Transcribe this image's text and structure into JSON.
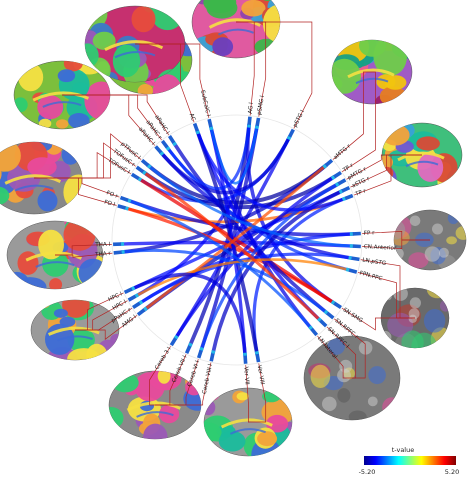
{
  "labels": [
    {
      "id": "AG",
      "text": "AG l",
      "angle": -84
    },
    {
      "id": "pSMG",
      "text": "pSMG l",
      "angle": -80
    },
    {
      "id": "pSTG_top",
      "text": "pSTG l",
      "angle": -63
    },
    {
      "id": "aMTG",
      "text": "aMTG r",
      "angle": -40
    },
    {
      "id": "TP_r1",
      "text": "TP r",
      "angle": -33
    },
    {
      "id": "pMTG",
      "text": "pMTG r",
      "angle": -29
    },
    {
      "id": "aSTG",
      "text": "aSTG r",
      "angle": -25
    },
    {
      "id": "TP_r2",
      "text": "TP r",
      "angle": -21
    },
    {
      "id": "FP",
      "text": "FP r",
      "angle": -3
    },
    {
      "id": "CN_Anterior",
      "text": "CN.Anterior",
      "angle": 3
    },
    {
      "id": "LN_pSTG",
      "text": "LN.pSTG",
      "angle": 9
    },
    {
      "id": "FPN_PPC",
      "text": "FPN.PPC",
      "angle": 15
    },
    {
      "id": "SN_SMG",
      "text": "SN.SMG",
      "angle": 33
    },
    {
      "id": "SN_RPFC1",
      "text": "SN.RPFC r",
      "angle": 39
    },
    {
      "id": "SN_RPFC2",
      "text": "SN.RPFC l",
      "angle": 44
    },
    {
      "id": "LN_Iateral",
      "text": "LN.Iateral",
      "angle": 50
    },
    {
      "id": "Ver_VIII",
      "text": "Ver VIII",
      "angle": 80
    },
    {
      "id": "Ver_VII",
      "text": "Ver VII",
      "angle": 86
    },
    {
      "id": "Cereb_VIII",
      "text": "Cereb VIII l",
      "angle": 102
    },
    {
      "id": "Cereb_VI",
      "text": "Cereb VI l",
      "angle": 108
    },
    {
      "id": "Cereb_VII",
      "text": "Cereb VII l",
      "angle": 114
    },
    {
      "id": "Cereb_3",
      "text": "Cereb 3 l",
      "angle": 122
    },
    {
      "id": "AMG",
      "text": "AMG l",
      "angle": 143
    },
    {
      "id": "pPaHC",
      "text": "pPaHC r",
      "angle": 147
    },
    {
      "id": "HPC",
      "text": "HPC l",
      "angle": 151
    },
    {
      "id": "HPC2",
      "text": "HPC l",
      "angle": 155
    },
    {
      "id": "THA1",
      "text": "THA r",
      "angle": 174
    },
    {
      "id": "THA2",
      "text": "THA l",
      "angle": 178
    },
    {
      "id": "FO1",
      "text": "FO l",
      "angle": 196
    },
    {
      "id": "FO2",
      "text": "FO r",
      "angle": 200
    },
    {
      "id": "TOFusC1",
      "text": "TOFusC l",
      "angle": 212
    },
    {
      "id": "TOFusC2",
      "text": "TOFusC r",
      "angle": 216
    },
    {
      "id": "pTFusC",
      "text": "pTFusC l",
      "angle": 220
    },
    {
      "id": "aPaHC1",
      "text": "aPaHC l",
      "angle": 229
    },
    {
      "id": "aPaHC2",
      "text": "aPaHC r",
      "angle": 233
    },
    {
      "id": "aPaHC3",
      "text": "aPaHC l",
      "angle": 237
    },
    {
      "id": "AC",
      "text": "AC",
      "angle": 250
    },
    {
      "id": "SubCalC",
      "text": "SubCalC l",
      "angle": 257
    }
  ],
  "connections": [
    {
      "from": "AG",
      "to": "Cereb_VII",
      "t": -4.8
    },
    {
      "from": "AG",
      "to": "SN_SMG",
      "t": -4.2
    },
    {
      "from": "pSMG",
      "to": "Cereb_VI",
      "t": -4.5
    },
    {
      "from": "pSMG",
      "to": "HPC",
      "t": -3.9
    },
    {
      "from": "pSTG_top",
      "to": "Cereb_3",
      "t": -4.1
    },
    {
      "from": "pSTG_top",
      "to": "TOFusC1",
      "t": -3.5
    },
    {
      "from": "aMTG",
      "to": "pTFusC",
      "t": -5.0
    },
    {
      "from": "aMTG",
      "to": "THA1",
      "t": -4.6
    },
    {
      "from": "TP_r1",
      "to": "TOFusC2",
      "t": -4.9
    },
    {
      "from": "pMTG",
      "to": "AMG",
      "t": -4.7
    },
    {
      "from": "aSTG",
      "to": "HPC2",
      "t": -3.8
    },
    {
      "from": "TP_r2",
      "to": "FO1",
      "t": 2.9
    },
    {
      "from": "TP_r2",
      "to": "Ver_VIII",
      "t": -3.6
    },
    {
      "from": "FP",
      "to": "FO2",
      "t": -4.4
    },
    {
      "from": "FP",
      "to": "pPaHC",
      "t": -3.7
    },
    {
      "from": "CN_Anterior",
      "to": "THA2",
      "t": -4.0
    },
    {
      "from": "LN_pSTG",
      "to": "aPaHC1",
      "t": -4.3
    },
    {
      "from": "FPN_PPC",
      "to": "aPaHC2",
      "t": -3.4
    },
    {
      "from": "SN_SMG",
      "to": "FO1",
      "t": 3.6
    },
    {
      "from": "SN_SMG",
      "to": "TOFusC1",
      "t": 4.1
    },
    {
      "from": "SN_RPFC1",
      "to": "aPaHC3",
      "t": -4.5
    },
    {
      "from": "SN_RPFC2",
      "to": "AC",
      "t": -3.9
    },
    {
      "from": "LN_Iateral",
      "to": "SubCalC",
      "t": -4.2
    },
    {
      "from": "Ver_VIII",
      "to": "AC",
      "t": -4.8
    },
    {
      "from": "Ver_VII",
      "to": "SubCalC",
      "t": -4.0
    },
    {
      "from": "Cereb_VIII",
      "to": "aSTG",
      "t": -4.6
    },
    {
      "from": "Cereb_VI",
      "to": "pMTG",
      "t": -3.3
    },
    {
      "from": "Cereb_3",
      "to": "TP_r1",
      "t": -4.1
    },
    {
      "from": "AMG",
      "to": "aMTG",
      "t": 3.1
    },
    {
      "from": "pPaHC",
      "to": "LN_pSTG",
      "t": -3.6
    },
    {
      "from": "THA1",
      "to": "SN_RPFC1",
      "t": -3.2
    },
    {
      "from": "aPaHC1",
      "to": "pSTG_top",
      "t": -4.4
    },
    {
      "from": "AC",
      "to": "TP_r2",
      "t": -3.8
    },
    {
      "from": "HPC",
      "to": "FPN_PPC",
      "t": 2.6
    },
    {
      "from": "pTFusC",
      "to": "CN_Anterior",
      "t": -2.9
    },
    {
      "from": "FO2",
      "to": "LN_Iateral",
      "t": -3.1
    },
    {
      "from": "SubCalC",
      "to": "pSMG",
      "t": -2.8
    },
    {
      "from": "HPC2",
      "to": "Ver_VII",
      "t": -4.3
    },
    {
      "from": "TOFusC2",
      "to": "SN_RPFC2",
      "t": 3.4
    },
    {
      "from": "aPaHC2",
      "to": "AG",
      "t": -3.5
    }
  ],
  "colorbar": {
    "title": "t-value",
    "min": -5.2,
    "max": 5.2,
    "min_label": "-5.20",
    "max_label": "5.20",
    "colors": [
      "#00008f",
      "#0000ff",
      "#0080ff",
      "#00ffff",
      "#80ff80",
      "#ffff00",
      "#ff8000",
      "#ff0000",
      "#800000"
    ]
  },
  "connector_color": "#b22222",
  "brain_images": [
    {
      "id": "brain-top-right-lateral",
      "view": "lateral",
      "palette": [
        "#7cbf3c",
        "#e84a9c",
        "#3d6bd6",
        "#f2a33a",
        "#9b59b6",
        "#2ecc71",
        "#e74c3c",
        "#1abc9c"
      ]
    },
    {
      "id": "brain-top-center",
      "view": "medial-slice",
      "palette": [
        "#e05aa0",
        "#6a3fbf",
        "#3cb64a",
        "#f2a33a",
        "#37a2d8",
        "#d94a36",
        "#f5e042",
        "#8e44ad"
      ]
    },
    {
      "id": "brain-right-top",
      "view": "lateral",
      "palette": [
        "#a05bc6",
        "#3a9dd6",
        "#6fce4a",
        "#ef5e8e",
        "#f1c40f",
        "#e67e22",
        "#16a085",
        "#9b1f6b"
      ]
    },
    {
      "id": "brain-left-top",
      "view": "medial",
      "palette": [
        "#c6306f",
        "#3a7ac6",
        "#6fce4a",
        "#f2a33a",
        "#9b59b6",
        "#2ecc71",
        "#e74c3c",
        "#f5e042"
      ]
    },
    {
      "id": "brain-left-upper",
      "view": "lateral",
      "palette": [
        "#7cbf3c",
        "#e84a9c",
        "#3d6bd6",
        "#f2a33a",
        "#2ecc71",
        "#f5e042",
        "#e74c3c",
        "#1abc9c"
      ]
    },
    {
      "id": "brain-right-mid",
      "view": "lateral",
      "palette": [
        "#3fbf7c",
        "#e06ac0",
        "#6a58d6",
        "#f2a33a",
        "#37a2d8",
        "#d94a36",
        "#f5e042",
        "#1abc9c"
      ]
    },
    {
      "id": "brain-left-mid",
      "view": "axial",
      "palette": [
        "#888888",
        "#e84a9c",
        "#f2a33a",
        "#3d6bd6",
        "#2ecc71",
        "#f5e042",
        "#9b59b6",
        "#e74c3c"
      ]
    },
    {
      "id": "brain-left-lower",
      "view": "sagittal",
      "palette": [
        "#9a9a9a",
        "#e84a9c",
        "#2ecc71",
        "#f2a33a",
        "#3d6bd6",
        "#f5e042",
        "#9b59b6",
        "#e74c3c"
      ]
    },
    {
      "id": "brain-right-mri-top",
      "view": "mri",
      "palette": [
        "#7a7a7a",
        "#5a5a5a",
        "#9a9a9a",
        "#2ecc71",
        "#f5e042",
        "#e84a9c",
        "#3d6bd6",
        "#f2a33a"
      ]
    },
    {
      "id": "brain-left-bottom",
      "view": "sagittal",
      "palette": [
        "#9a9a9a",
        "#e84a9c",
        "#2ecc71",
        "#f2a33a",
        "#3d6bd6",
        "#f5e042",
        "#9b59b6",
        "#e74c3c"
      ]
    },
    {
      "id": "brain-right-mri-mid",
      "view": "mri",
      "palette": [
        "#6a6a6a",
        "#8a8a8a",
        "#c0392b",
        "#e84a9c",
        "#3d6bd6",
        "#2ecc71",
        "#f5e042",
        "#9b59b6"
      ]
    },
    {
      "id": "brain-bottom-left",
      "view": "sagittal",
      "palette": [
        "#8a8a8a",
        "#e84a9c",
        "#2ecc71",
        "#f2a33a",
        "#3d6bd6",
        "#f5e042",
        "#9b59b6",
        "#e74c3c"
      ]
    },
    {
      "id": "brain-bottom-center",
      "view": "sagittal",
      "palette": [
        "#9a9a9a",
        "#e84a9c",
        "#2ecc71",
        "#f2a33a",
        "#3d6bd6",
        "#f5e042",
        "#9b59b6",
        "#1abc9c"
      ]
    },
    {
      "id": "brain-right-mri-bottom",
      "view": "mri",
      "palette": [
        "#7a7a7a",
        "#5a5a5a",
        "#9a9a9a",
        "#c6306f",
        "#3d6bd6",
        "#2ecc71",
        "#f5e042",
        "#e84a9c"
      ]
    }
  ]
}
